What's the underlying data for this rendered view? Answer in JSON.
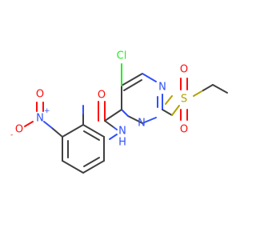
{
  "molecule": {
    "colors": {
      "carbon_bond": "#404040",
      "nitrogen": "#3050F8",
      "oxygen": "#FF0D0D",
      "sulfur": "#B2A300",
      "chlorine": "#1FF01F",
      "background": "#FFFFFF"
    },
    "atoms": {
      "cl": "Cl",
      "n_ring_top": "N",
      "n_ring_bottom": "N",
      "s": "S",
      "o_s_top": "O",
      "o_s_bottom": "O",
      "o_carbonyl": "O",
      "nh": "N",
      "h": "H",
      "n_nitro": "N",
      "n_nitro_charge": "+",
      "o_nitro_top": "O",
      "o_nitro_left": "O",
      "o_nitro_left_charge": "-"
    }
  }
}
